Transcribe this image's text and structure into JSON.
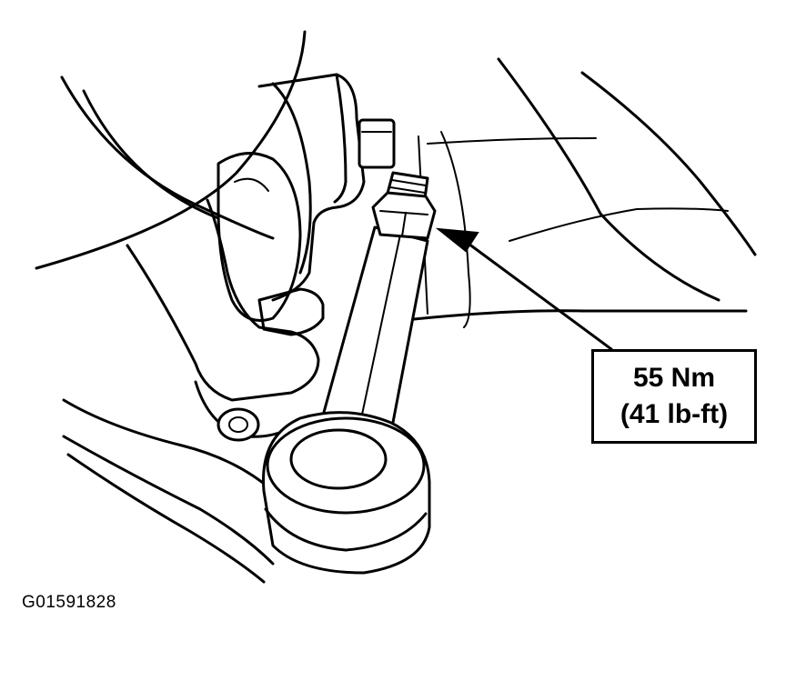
{
  "callout": {
    "torque_metric": "55 Nm",
    "torque_imperial": "(41 lb-ft)"
  },
  "figure_id": "G01591828"
}
